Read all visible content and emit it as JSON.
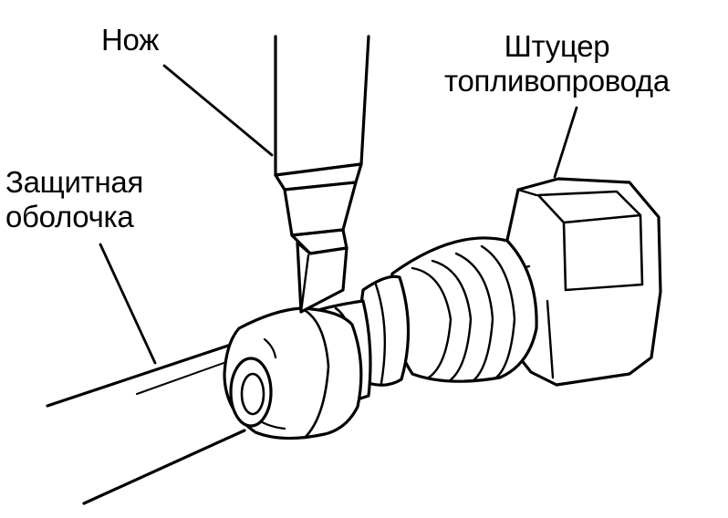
{
  "labels": {
    "knife": "Нож",
    "fitting_line1": "Штуцер",
    "fitting_line2": "топливопровода",
    "sheath_line1": "Защитная",
    "sheath_line2": "оболочка"
  },
  "colors": {
    "ink": "#000000",
    "paper": "#ffffff"
  }
}
